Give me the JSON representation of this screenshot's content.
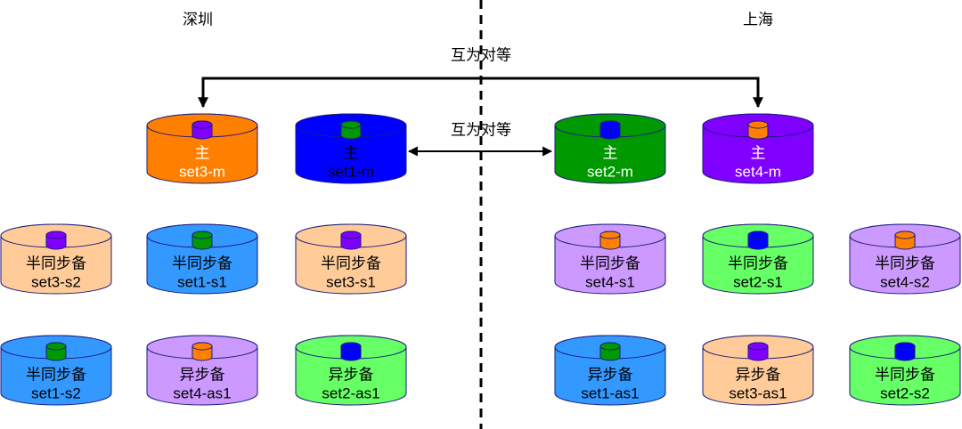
{
  "regions": [
    {
      "title": "深圳",
      "rows": [
        [
          null,
          {
            "role": "主",
            "name": "set3-m",
            "fill": "#FF8000",
            "inner_fill": "#7F00FF",
            "text_color": "#FFFFFF"
          },
          {
            "role": "主",
            "name": "set1-m",
            "fill": "#0000FF",
            "inner_fill": "#009900",
            "text_color": "#000000"
          }
        ],
        [
          {
            "role": "半同步备",
            "name": "set3-s2",
            "fill": "#FFCC99",
            "inner_fill": "#7F00FF",
            "text_color": "#000000"
          },
          {
            "role": "半同步备",
            "name": "set1-s1",
            "fill": "#3399FF",
            "inner_fill": "#009900",
            "text_color": "#000000"
          },
          {
            "role": "半同步备",
            "name": "set3-s1",
            "fill": "#FFCC99",
            "inner_fill": "#7F00FF",
            "text_color": "#000000"
          }
        ],
        [
          {
            "role": "半同步备",
            "name": "set1-s2",
            "fill": "#3399FF",
            "inner_fill": "#009900",
            "text_color": "#000000"
          },
          {
            "role": "异步备",
            "name": "set4-as1",
            "fill": "#CC99FF",
            "inner_fill": "#FF8000",
            "text_color": "#000000"
          },
          {
            "role": "异步备",
            "name": "set2-as1",
            "fill": "#66FF66",
            "inner_fill": "#0000FF",
            "text_color": "#000000"
          }
        ]
      ]
    },
    {
      "title": "上海",
      "rows": [
        [
          {
            "role": "主",
            "name": "set2-m",
            "fill": "#009900",
            "inner_fill": "#0000FF",
            "text_color": "#FFFFFF"
          },
          {
            "role": "主",
            "name": "set4-m",
            "fill": "#7F00FF",
            "inner_fill": "#FF8000",
            "text_color": "#FFFFFF"
          },
          null
        ],
        [
          {
            "role": "半同步备",
            "name": "set4-s1",
            "fill": "#CC99FF",
            "inner_fill": "#FF8000",
            "text_color": "#000000"
          },
          {
            "role": "半同步备",
            "name": "set2-s1",
            "fill": "#66FF66",
            "inner_fill": "#0000FF",
            "text_color": "#000000"
          },
          {
            "role": "半同步备",
            "name": "set4-s2",
            "fill": "#CC99FF",
            "inner_fill": "#FF8000",
            "text_color": "#000000"
          }
        ],
        [
          {
            "role": "异步备",
            "name": "set1-as1",
            "fill": "#3399FF",
            "inner_fill": "#009900",
            "text_color": "#000000"
          },
          {
            "role": "异步备",
            "name": "set3-as1",
            "fill": "#FFCC99",
            "inner_fill": "#7F00FF",
            "text_color": "#000000"
          },
          {
            "role": "半同步备",
            "name": "set2-s2",
            "fill": "#66FF66",
            "inner_fill": "#0000FF",
            "text_color": "#000000"
          }
        ]
      ]
    }
  ],
  "links": [
    {
      "label": "互为对等"
    },
    {
      "label": "互为对等"
    }
  ],
  "colors": {
    "divider": "#000000",
    "connector": "#000000",
    "node_outline": "#1A1A80"
  }
}
